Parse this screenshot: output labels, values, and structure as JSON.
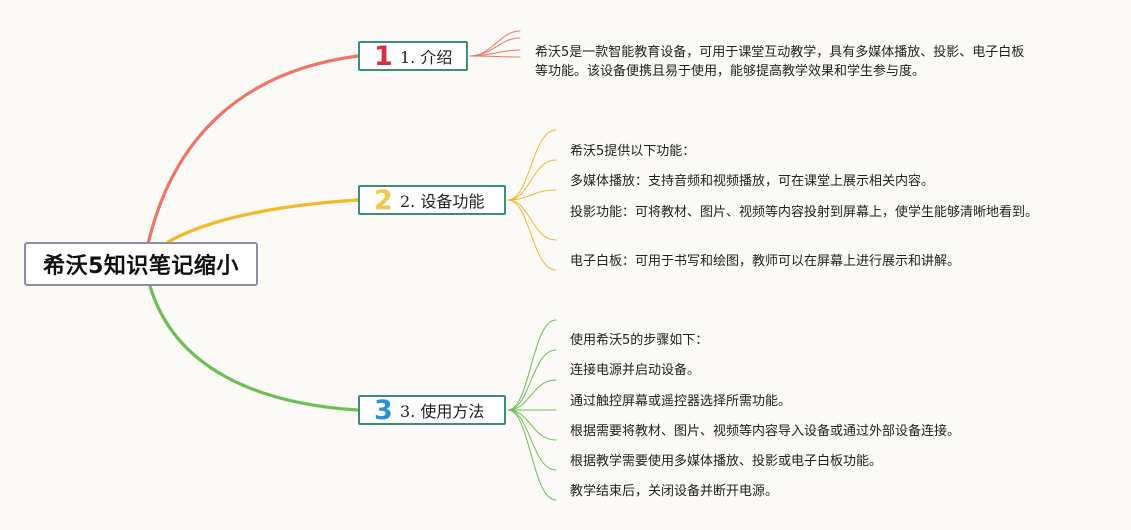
{
  "root": {
    "title": "希沃5知识笔记缩小"
  },
  "colors": {
    "branch1": "#ef7569",
    "branch2": "#f3b82c",
    "branch3": "#6bbf55",
    "badge1": "#d93040",
    "badge2": "#f3c64a",
    "badge3": "#2e8fd6",
    "branch_border": "#3f8b7e",
    "root_border": "#8a8fa8"
  },
  "branches": [
    {
      "number": "1",
      "label": "1. 介绍",
      "icon": "number-one-badge",
      "leaves": [
        "希沃5是一款智能教育设备，可用于课堂互动教学，具有多媒体播放、投影、电子白板等功能。该设备便携且易于使用，能够提高教学效果和学生参与度。"
      ]
    },
    {
      "number": "2",
      "label": "2. 设备功能",
      "icon": "number-two-badge",
      "leaves": [
        "希沃5提供以下功能：",
        "多媒体播放：支持音频和视频播放，可在课堂上展示相关内容。",
        "投影功能：可将教材、图片、视频等内容投射到屏幕上，使学生能够清晰地看到。",
        "电子白板：可用于书写和绘图，教师可以在屏幕上进行展示和讲解。"
      ]
    },
    {
      "number": "3",
      "label": "3. 使用方法",
      "icon": "number-three-badge",
      "leaves": [
        "使用希沃5的步骤如下：",
        "连接电源并启动设备。",
        "通过触控屏幕或遥控器选择所需功能。",
        "根据需要将教材、图片、视频等内容导入设备或通过外部设备连接。",
        "根据教学需要使用多媒体播放、投影或电子白板功能。",
        "教学结束后，关闭设备并断开电源。"
      ]
    }
  ]
}
